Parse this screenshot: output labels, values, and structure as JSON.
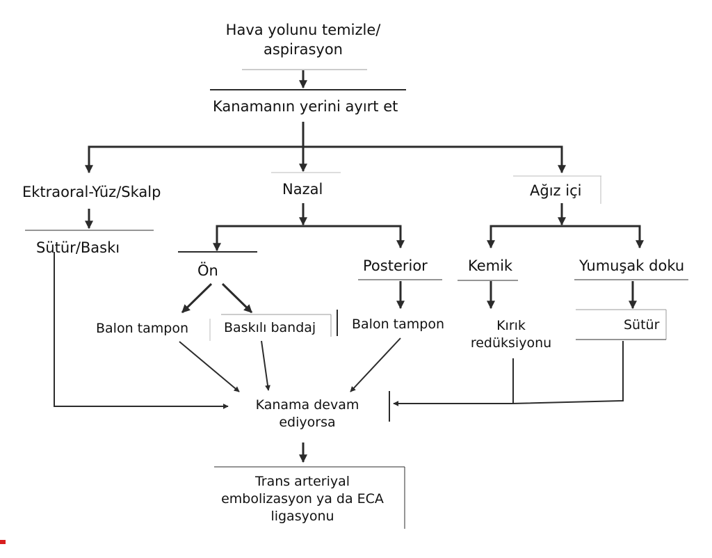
{
  "nodes": {
    "airway": {
      "line1": "Hava yolunu temizle/",
      "line2": "aspirasyon"
    },
    "locate": "Kanamanın yerini ayırt et",
    "extraoral": "Ektraoral-Yüz/Skalp",
    "nasal": "Nazal",
    "intraoral": "Ağız içi",
    "suture_pressure": "Sütür/Baskı",
    "anterior": "Ön",
    "posterior": "Posterior",
    "bone": "Kemik",
    "soft_tissue": "Yumuşak doku",
    "balloon_anterior": "Balon tampon",
    "pressure_bandage": "Baskılı bandaj",
    "balloon_posterior": "Balon tampon",
    "fracture": {
      "line1": "Kırık",
      "line2": "redüksiyonu"
    },
    "suture": "Sütür",
    "bleeding": {
      "line1": "Kanama devam",
      "line2": "ediyorsa"
    },
    "final": {
      "line1": "Trans arteriyal",
      "line2": "embolizasyon ya da ECA",
      "line3": "ligasyonu"
    }
  },
  "colors": {
    "line": "#2b2b2b",
    "text": "#111111",
    "corner_mark": "#d81e1e"
  }
}
